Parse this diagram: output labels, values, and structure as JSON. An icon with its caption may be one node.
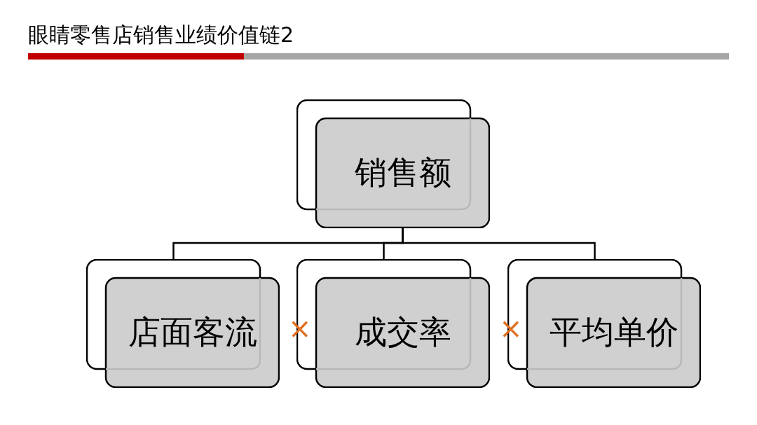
{
  "diagram": {
    "title": "眼睛零售店销售业绩价值链2",
    "nodes": [
      {
        "text": [
          "销售额"
        ]
      },
      {
        "text": [
          "店面客流"
        ]
      },
      {
        "text": [
          "成交率"
        ]
      },
      {
        "text": [
          "平均单价"
        ]
      }
    ],
    "edges": [
      {
        "from": 0,
        "to": 1,
        "arrow": "none"
      },
      {
        "from": 0,
        "to": 2,
        "arrow": "none"
      },
      {
        "from": 0,
        "to": 3,
        "arrow": "none"
      }
    ],
    "labels": [
      "×",
      "×"
    ]
  }
}
